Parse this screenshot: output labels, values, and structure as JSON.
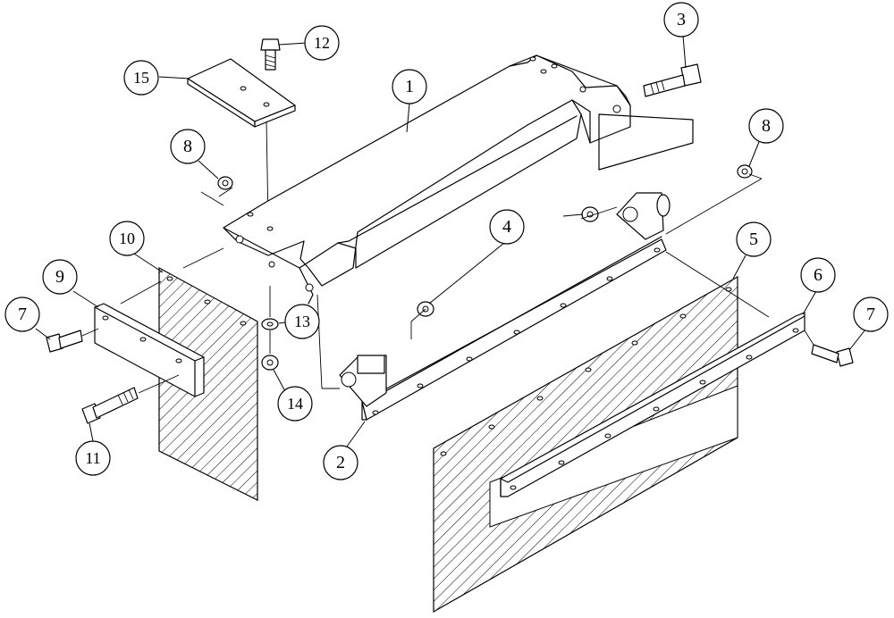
{
  "diagram": {
    "balloons": [
      {
        "id": "b-1",
        "label": "1"
      },
      {
        "id": "b-2",
        "label": "2"
      },
      {
        "id": "b-3",
        "label": "3"
      },
      {
        "id": "b-4a",
        "label": "4"
      },
      {
        "id": "b-5",
        "label": "5"
      },
      {
        "id": "b-6",
        "label": "6"
      },
      {
        "id": "b-7a",
        "label": "7"
      },
      {
        "id": "b-7b",
        "label": "7"
      },
      {
        "id": "b-8a",
        "label": "8"
      },
      {
        "id": "b-8b",
        "label": "8"
      },
      {
        "id": "b-9",
        "label": "9"
      },
      {
        "id": "b-10",
        "label": "10"
      },
      {
        "id": "b-11",
        "label": "11"
      },
      {
        "id": "b-12",
        "label": "12"
      },
      {
        "id": "b-13",
        "label": "13"
      },
      {
        "id": "b-14",
        "label": "14"
      },
      {
        "id": "b-15",
        "label": "15"
      }
    ],
    "line_color": "#000000",
    "background": "#ffffff"
  }
}
